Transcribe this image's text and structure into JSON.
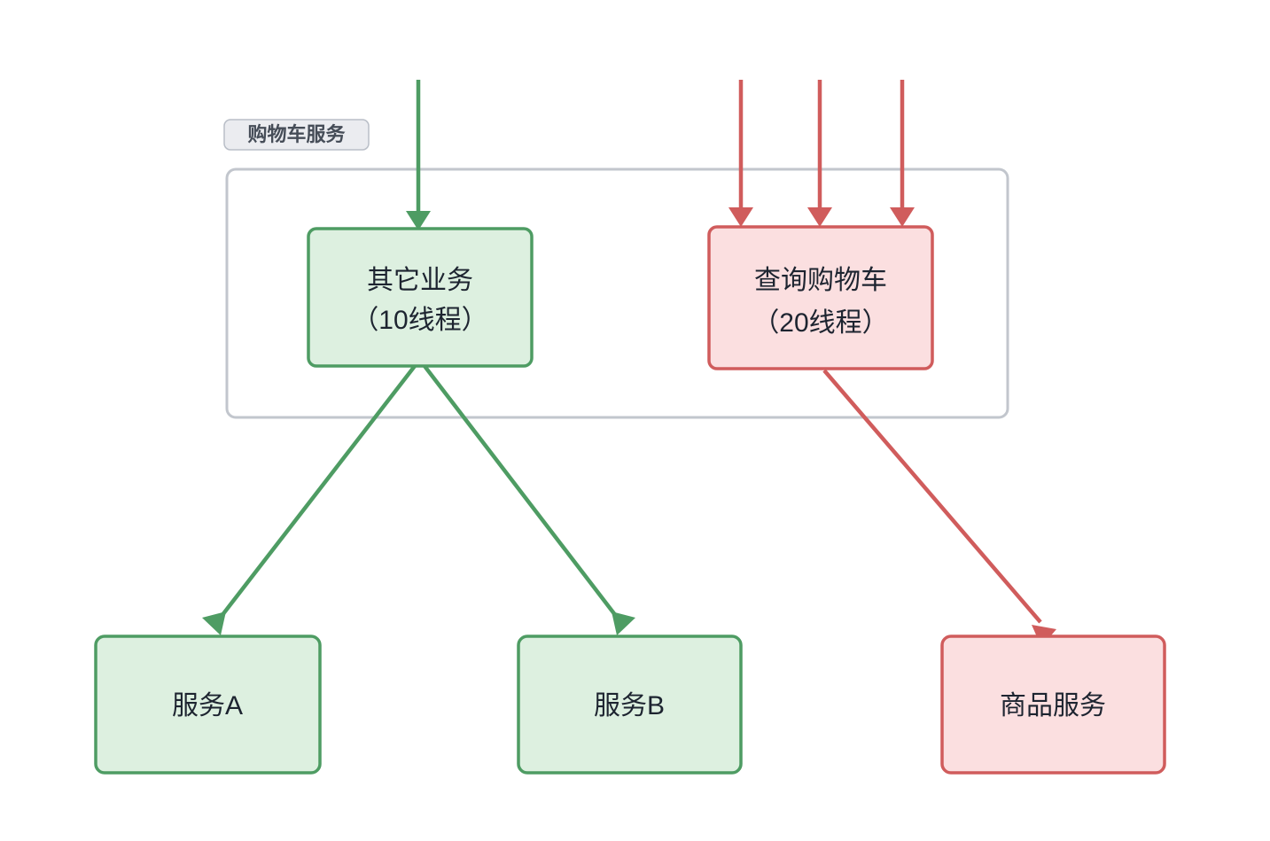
{
  "diagram": {
    "type": "flowchart",
    "direction": "top-down",
    "background": "#ffffff",
    "cluster": {
      "id": "cart-service",
      "label": "购物车服务",
      "label_bg": "#ebecf0",
      "label_border": "#b9bec7",
      "label_text_color": "#464d58",
      "border_color": "#c2c6cd",
      "fill": "transparent"
    },
    "palette": {
      "green_stroke": "#4e9c63",
      "green_fill": "#ddf0e0",
      "red_stroke": "#d05c5c",
      "red_fill": "#fbdfe0",
      "text": "#1d2430"
    },
    "nodes": [
      {
        "id": "other-business",
        "label_lines": [
          "其它业务",
          "（10线程）"
        ],
        "style": "green",
        "in_cluster": true
      },
      {
        "id": "query-cart",
        "label_lines": [
          "查询购物车",
          "（20线程）"
        ],
        "style": "red",
        "in_cluster": true
      },
      {
        "id": "service-a",
        "label_lines": [
          "服务A"
        ],
        "style": "green",
        "in_cluster": false
      },
      {
        "id": "service-b",
        "label_lines": [
          "服务B"
        ],
        "style": "green",
        "in_cluster": false
      },
      {
        "id": "product-service",
        "label_lines": [
          "商品服务"
        ],
        "style": "red",
        "in_cluster": false
      }
    ],
    "edges": [
      {
        "id": "edge-in-other",
        "from": "external-request",
        "to": "other-business",
        "style": "green",
        "label": ""
      },
      {
        "id": "edge-in-query-1",
        "from": "external-request",
        "to": "query-cart",
        "style": "red",
        "label": ""
      },
      {
        "id": "edge-in-query-2",
        "from": "external-request",
        "to": "query-cart",
        "style": "red",
        "label": ""
      },
      {
        "id": "edge-in-query-3",
        "from": "external-request",
        "to": "query-cart",
        "style": "red",
        "label": ""
      },
      {
        "id": "edge-other-a",
        "from": "other-business",
        "to": "service-a",
        "style": "green",
        "label": ""
      },
      {
        "id": "edge-other-b",
        "from": "other-business",
        "to": "service-b",
        "style": "green",
        "label": ""
      },
      {
        "id": "edge-query-product",
        "from": "query-cart",
        "to": "product-service",
        "style": "red",
        "label": ""
      }
    ]
  }
}
